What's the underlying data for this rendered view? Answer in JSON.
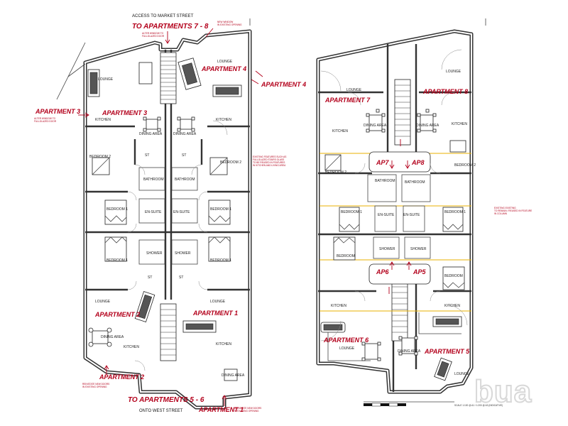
{
  "left_plan": {
    "top_labels": {
      "access": "ACCESS TO MARKET STREET",
      "to_apts_78": "TO APARTMENTS 7 - 8",
      "note_door": "ALTER WINDOW TO\nFULLGLAZED DOOR",
      "note_window": "NEW WINDOW\nIN EXISTING OPENING",
      "note_window_left": "ALTER WINDOW TO\nFULLGLAZED DOOR"
    },
    "apartments": {
      "apt1": "APARTMENT 1",
      "apt2": "APARTMENT 2",
      "apt3": "APARTMENT 3",
      "apt4": "APARTMENT 4"
    },
    "rooms": {
      "lounge": "LOUNGE",
      "kitchen": "KITCHEN",
      "dining_area": "DINING AREA",
      "bedroom_1": "BEDROOM 1",
      "bedroom_2": "BEDROOM 2",
      "bathroom": "BATHROOM",
      "en_suite": "EN-SUITE",
      "shower": "SHOWER",
      "st": "ST"
    },
    "bottom_labels": {
      "to_apts_56": "TO APARTMENTS 5 - 6",
      "onto_west": "ONTO WEST STREET",
      "note_new_doors": "REINSTATE NEW DOORS\nIN EXISTING OPENING",
      "note_new_doors2": "REINSTATE NEW DOORS\nIN EXISTING OPENING"
    },
    "mid_note": "EXISTING FEATURES SUCH AS\nFULLGLAZED STAIRS GLASS\nTO BE REUSED IN FEATURES\nIN KITCHEN AND LIVING AREA"
  },
  "right_plan": {
    "apartments": {
      "apt5": "APARTMENT 5",
      "apt6": "APARTMENT 6",
      "apt7": "APARTMENT 7",
      "apt8": "APARTMENT 8"
    },
    "stair_tags": {
      "ap5": "AP5",
      "ap6": "AP6",
      "ap7": "AP7",
      "ap8": "AP8"
    },
    "right_note": "EXISTING EXISTING\nTO REMAIN / REUSED IN FEATURE\nIN COLUMN",
    "scale_note": "SCALE 1:100 @ A1 / 1:200 @ A3 (INDICATIVE)"
  },
  "logo": {
    "text": "bua"
  },
  "colors": {
    "annotation_red": "#b3001b",
    "wall": "#333333",
    "guide_yellow": "#e8b200"
  }
}
